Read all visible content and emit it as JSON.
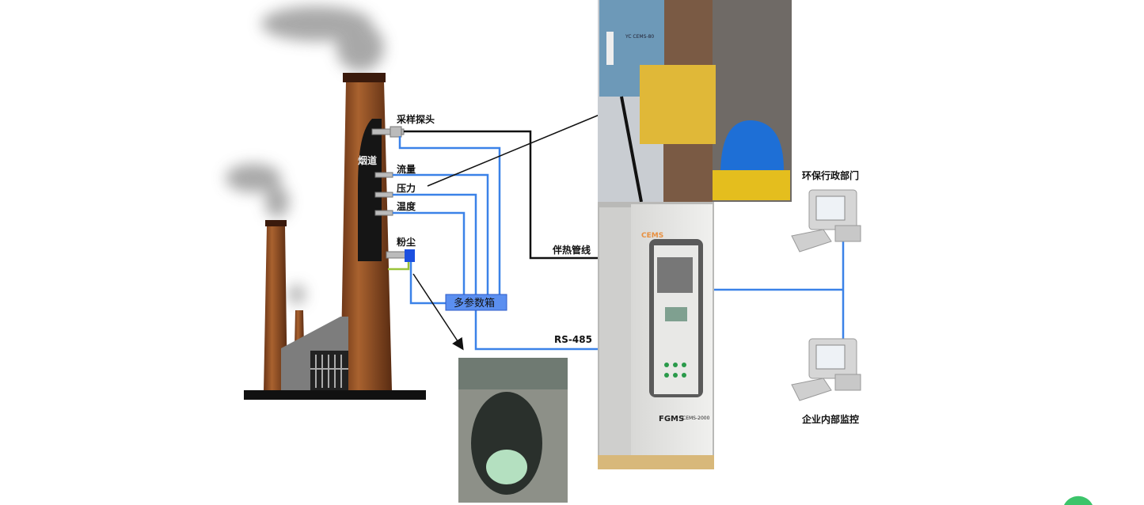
{
  "diagram": {
    "labels": {
      "sampling_probe": "采样探头",
      "flue": "烟道",
      "flow": "流量",
      "pressure": "压力",
      "temperature": "温度",
      "dust": "粉尘",
      "multi_param_box": "多参数箱",
      "heat_trace_line": "伴热管线",
      "rs485": "RS-485",
      "env_admin": "环保行政部门",
      "internal_monitor": "企业内部监控"
    },
    "photos": {
      "analyzer_box_text": "YC CEMS-80",
      "cabinet_brand": "FGMS",
      "cabinet_model": "CEMS-2000"
    },
    "colors": {
      "signal_line": "#3b82e8",
      "heat_line": "#111111",
      "chimney": "#8a4a22",
      "box_fill": "#5b8ff0"
    }
  }
}
